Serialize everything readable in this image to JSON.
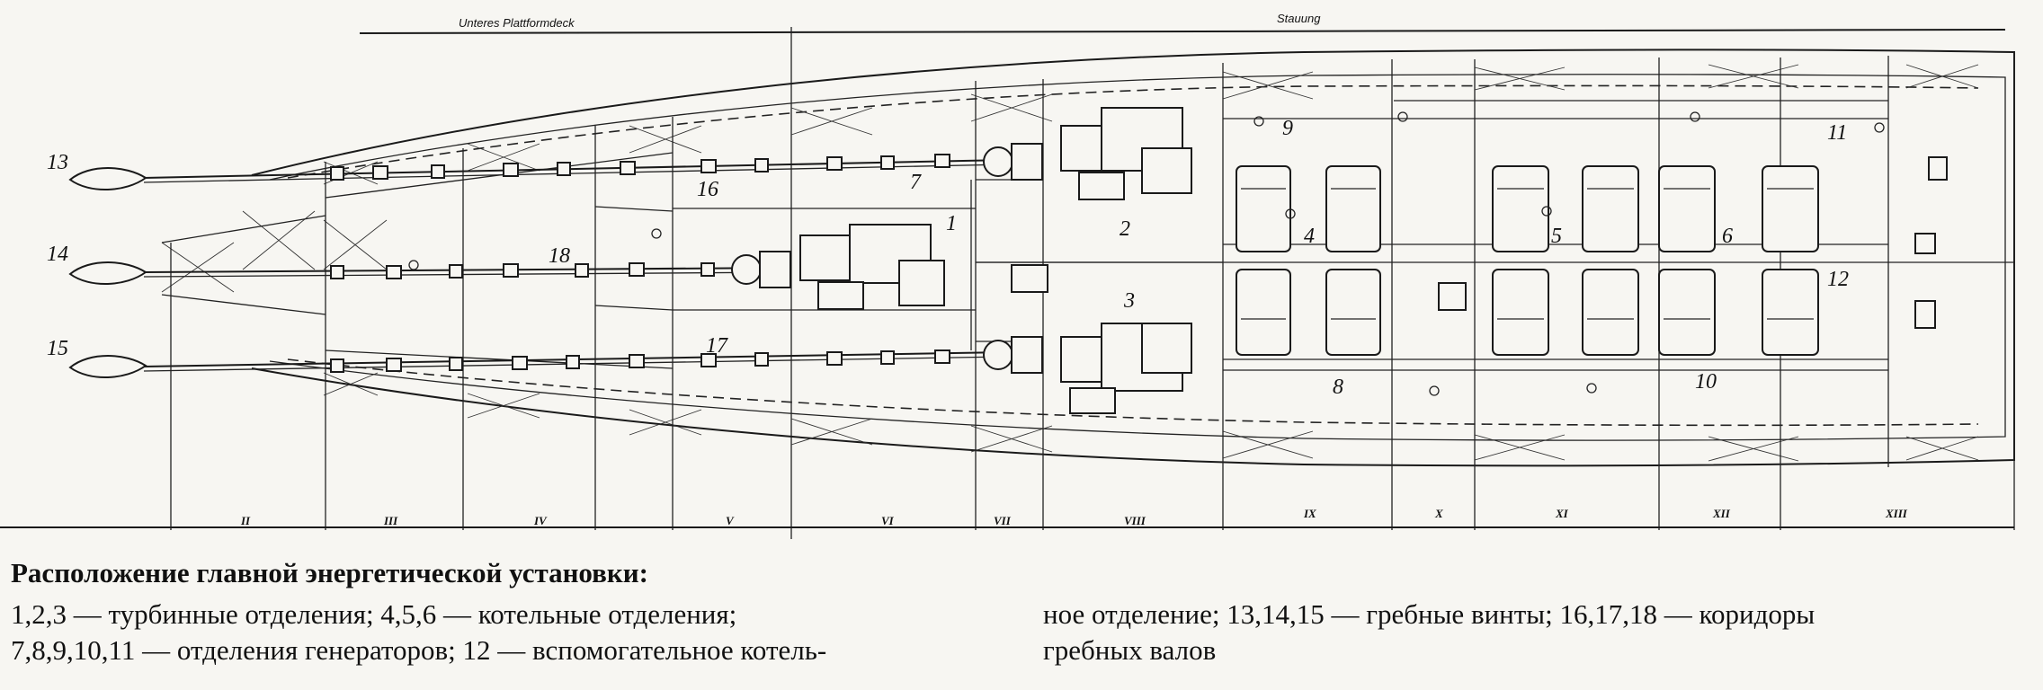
{
  "header": {
    "deck_label": "Unteres Plattformdeck",
    "stowage_label": "Stauung"
  },
  "compartments": [
    {
      "id": "1",
      "label": "1"
    },
    {
      "id": "2",
      "label": "2"
    },
    {
      "id": "3",
      "label": "3"
    },
    {
      "id": "4",
      "label": "4"
    },
    {
      "id": "5",
      "label": "5"
    },
    {
      "id": "6",
      "label": "6"
    },
    {
      "id": "7",
      "label": "7"
    },
    {
      "id": "8",
      "label": "8"
    },
    {
      "id": "9",
      "label": "9"
    },
    {
      "id": "10",
      "label": "10"
    },
    {
      "id": "11",
      "label": "11"
    },
    {
      "id": "12",
      "label": "12"
    },
    {
      "id": "13",
      "label": "13"
    },
    {
      "id": "14",
      "label": "14"
    },
    {
      "id": "15",
      "label": "15"
    },
    {
      "id": "16",
      "label": "16"
    },
    {
      "id": "17",
      "label": "17"
    },
    {
      "id": "18",
      "label": "18"
    }
  ],
  "sections": [
    "II",
    "III",
    "IV",
    "V",
    "VI",
    "VII",
    "VIII",
    "IX",
    "X",
    "XI",
    "XII",
    "XIII"
  ],
  "caption": {
    "title": "Расположение главной энергетической установки:",
    "left_lines": [
      "1,2,3 — турбинные отделения; 4,5,6 — котельные отделения;",
      "7,8,9,10,11 — отделения генераторов; 12 — вспомогательное котель-"
    ],
    "right_lines": [
      "ное отделение; 13,14,15 — гребные винты; 16,17,18 — коридоры",
      "гребных валов"
    ]
  }
}
